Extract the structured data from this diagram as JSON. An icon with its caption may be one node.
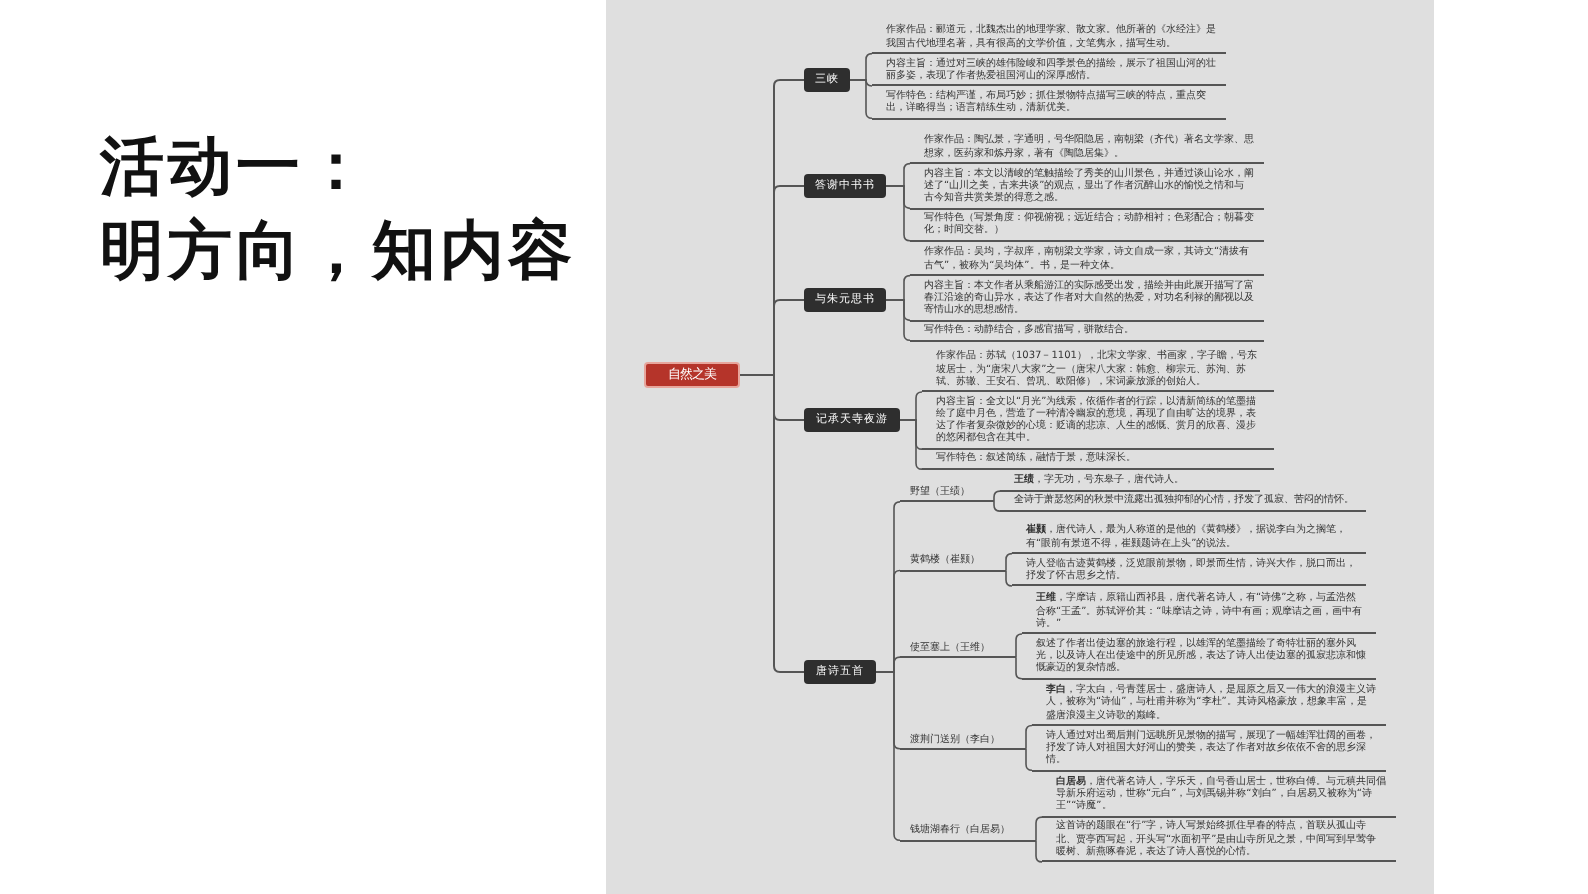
{
  "diagram": {
    "nodes": [
      {
        "text": [
          "自然之美"
        ]
      },
      {
        "text": [
          "三峡"
        ]
      },
      {
        "text": [
          "作家作品：郦道元，北魏杰出的地理学家、散文家。他所著的《水经注》是我国古代地理名著，具有很高的文学价值，文笔隽永，描写生动。"
        ]
      },
      {
        "text": [
          "内容主旨：通过对三峡的雄伟险峻和四季景色的描绘，展示了祖国山河的壮丽多姿，表现了作者热爱祖国河山的深厚感情。"
        ]
      },
      {
        "text": [
          "写作特色：结构严谨，布局巧妙；抓住景物特点描写三峡的特点，重点突出，详略得当；语言精练生动，清新优美。"
        ]
      },
      {
        "text": [
          "答谢中书书"
        ]
      },
      {
        "text": [
          "作家作品：陶弘景，字通明，号华阳隐居，南朝梁（齐代）著名文学家、思想家，医药家和炼丹家，著有《陶隐居集》。"
        ]
      },
      {
        "text": [
          "内容主旨：本文以清峻的笔触描绘了秀美的山川景色，并通过谈山论水，阐述了“山川之美，古来共谈”的观点，显出了作者沉醉山水的愉悦之情和与古今知音共赏美景的得意之感。"
        ]
      },
      {
        "text": [
          "写作特色（写景角度：仰视俯视；远近结合；动静相衬；色彩配合；朝暮变化；时间交替。）"
        ]
      },
      {
        "text": [
          "与朱元思书"
        ]
      },
      {
        "text": [
          "作家作品：吴均，字叔庠，南朝梁文学家，诗文自成一家，其诗文“清拔有古气”，被称为“吴均体”。书，是一种文体。"
        ]
      },
      {
        "text": [
          "内容主旨：本文作者从乘船游江的实际感受出发，描绘并由此展开描写了富春江沿途的奇山异水，表达了作者对大自然的热爱，对功名利禄的鄙视以及寄情山水的思想感情。"
        ]
      },
      {
        "text": [
          "写作特色：动静结合，多感官描写，骈散结合。"
        ]
      },
      {
        "text": [
          "记承天寺夜游"
        ]
      },
      {
        "text": [
          "作家作品：苏轼（1037－1101），北宋文学家、书画家，字子瞻，号东坡居士，为“唐宋八大家”之一（唐宋八大家：韩愈、柳宗元、苏洵、苏轼、苏辙、王安石、曾巩、欧阳修），宋词豪放派的创始人。"
        ]
      },
      {
        "text": [
          "内容主旨：全文以“月光”为线索，依循作者的行踪，以清新简练的笔墨描绘了庭中月色，营造了一种清冷幽寂的意境，再现了自由旷达的境界，表达了作者复杂微妙的心境：贬谪的悲凉、人生的感慨、赏月的欣喜、漫步的悠闲都包含在其中。"
        ]
      },
      {
        "text": [
          "写作特色：叙述简练，融情于景，意味深长。"
        ]
      },
      {
        "text": [
          "唐诗五首"
        ]
      },
      {
        "text": [
          "野望（王绩）"
        ]
      },
      {
        "text": [
          "**王绩**，字无功，号东皋子，唐代诗人。"
        ]
      },
      {
        "text": [
          "全诗于萧瑟悠闲的秋景中流露出孤独抑郁的心情，抒发了孤寂、苦闷的情怀。"
        ]
      },
      {
        "text": [
          "黄鹤楼（崔颢）"
        ]
      },
      {
        "text": [
          "**崔颢**，唐代诗人，最为人称道的是他的《黄鹤楼》，据说李白为之搁笔，有“眼前有景道不得，崔颢题诗在上头”的说法。"
        ]
      },
      {
        "text": [
          "诗人登临古迹黄鹤楼，泛览眼前景物，即景而生情，诗兴大作，脱口而出，抒发了怀古思乡之情。"
        ]
      },
      {
        "text": [
          "使至塞上（王维）"
        ]
      },
      {
        "text": [
          "**王维**，字摩诘，原籍山西祁县，唐代著名诗人，有“诗佛”之称，与孟浩然合称“王孟”。苏轼评价其：“味摩诘之诗，诗中有画；观摩诘之画，画中有诗。”"
        ]
      },
      {
        "text": [
          "叙述了作者出使边塞的旅途行程，以雄浑的笔墨描绘了奇特壮丽的塞外风光，以及诗人在出使途中的所见所感，表达了诗人出使边塞的孤寂悲凉和慷慨豪迈的复杂情感。"
        ]
      },
      {
        "text": [
          "渡荆门送别（李白）"
        ]
      },
      {
        "text": [
          "**李白**，字太白，号青莲居士，盛唐诗人，是屈原之后又一伟大的浪漫主义诗人，被称为“诗仙”，与杜甫并称为“李杜”。其诗风格豪放，想象丰富，是盛唐浪漫主义诗歌的巅峰。"
        ]
      },
      {
        "text": [
          "诗人通过对出蜀后荆门远眺所见景物的描写，展现了一幅雄浑壮阔的画卷，抒发了诗人对祖国大好河山的赞美，表达了作者对故乡依依不舍的思乡深情。"
        ]
      },
      {
        "text": [
          "钱塘湖春行（白居易）"
        ]
      },
      {
        "text": [
          "**白居易**，唐代著名诗人，字乐天，自号香山居士，世称白傅。与元稹共同倡导新乐府运动，世称“元白”，与刘禹锡并称“刘白”，白居易又被称为“诗王”“诗魔”。"
        ]
      },
      {
        "text": [
          "这首诗的题眼在“行”字，诗人写景始终抓住早春的特点，首联从孤山寺北、贾亭西写起，开头写“水面初平”是由山寺所见之景，中间写到早莺争暖树、新燕啄春泥，表达了诗人喜悦的心情。"
        ]
      }
    ],
    "edges": [
      {
        "from": 0,
        "to": 1,
        "arrow": "none"
      },
      {
        "from": 0,
        "to": 5,
        "arrow": "none"
      },
      {
        "from": 0,
        "to": 9,
        "arrow": "none"
      },
      {
        "from": 0,
        "to": 13,
        "arrow": "none"
      },
      {
        "from": 0,
        "to": 17,
        "arrow": "none"
      },
      {
        "from": 1,
        "to": 2,
        "arrow": "none"
      },
      {
        "from": 1,
        "to": 3,
        "arrow": "none"
      },
      {
        "from": 1,
        "to": 4,
        "arrow": "none"
      },
      {
        "from": 5,
        "to": 6,
        "arrow": "none"
      },
      {
        "from": 5,
        "to": 7,
        "arrow": "none"
      },
      {
        "from": 5,
        "to": 8,
        "arrow": "none"
      },
      {
        "from": 9,
        "to": 10,
        "arrow": "none"
      },
      {
        "from": 9,
        "to": 11,
        "arrow": "none"
      },
      {
        "from": 9,
        "to": 12,
        "arrow": "none"
      },
      {
        "from": 13,
        "to": 14,
        "arrow": "none"
      },
      {
        "from": 13,
        "to": 15,
        "arrow": "none"
      },
      {
        "from": 13,
        "to": 16,
        "arrow": "none"
      },
      {
        "from": 17,
        "to": 18,
        "arrow": "none"
      },
      {
        "from": 17,
        "to": 21,
        "arrow": "none"
      },
      {
        "from": 17,
        "to": 24,
        "arrow": "none"
      },
      {
        "from": 17,
        "to": 27,
        "arrow": "none"
      },
      {
        "from": 17,
        "to": 30,
        "arrow": "none"
      },
      {
        "from": 18,
        "to": 19,
        "arrow": "none"
      },
      {
        "from": 18,
        "to": 20,
        "arrow": "none"
      },
      {
        "from": 21,
        "to": 22,
        "arrow": "none"
      },
      {
        "from": 21,
        "to": 23,
        "arrow": "none"
      },
      {
        "from": 24,
        "to": 25,
        "arrow": "none"
      },
      {
        "from": 24,
        "to": 26,
        "arrow": "none"
      },
      {
        "from": 27,
        "to": 28,
        "arrow": "none"
      },
      {
        "from": 27,
        "to": 29,
        "arrow": "none"
      },
      {
        "from": 30,
        "to": 31,
        "arrow": "none"
      },
      {
        "from": 30,
        "to": 32,
        "arrow": "none"
      }
    ],
    "labels": [
      "活动一：",
      "明方向，知内容"
    ]
  }
}
